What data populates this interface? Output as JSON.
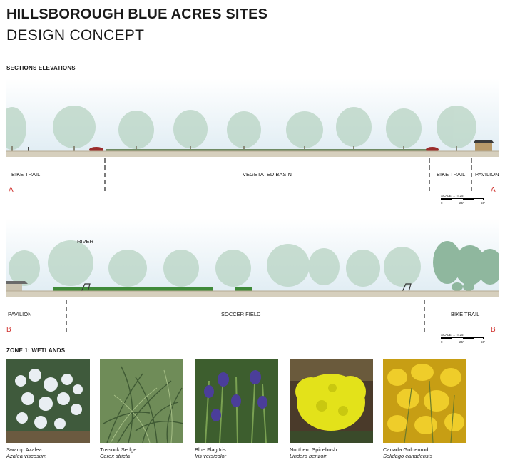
{
  "header": {
    "title": "HILLSBOROUGH BLUE ACRES SITES",
    "subtitle": "DESIGN CONCEPT"
  },
  "sections_heading": "SECTIONS ELEVATIONS",
  "section_a": {
    "labels": [
      "BIKE TRAIL",
      "VEGETATED BASIN",
      "BIKE TRAIL",
      "PAVILION"
    ],
    "mark_left": "A",
    "mark_right": "A'",
    "scale": {
      "text": "SCALE: 1\" = 25'",
      "ticks": [
        "0",
        "25'",
        "50'"
      ]
    }
  },
  "section_b": {
    "river_label": "RIVER",
    "labels": [
      "PAVILION",
      "SOCCER FIELD",
      "BIKE TRAIL"
    ],
    "mark_left": "B",
    "mark_right": "B'",
    "scale": {
      "text": "SCALE: 1\" = 25'",
      "ticks": [
        "0",
        "25'",
        "50'"
      ]
    }
  },
  "zone_heading": "ZONE 1: WETLANDS",
  "plants": [
    {
      "common": "Swamp Azalea",
      "scientific": "Azalea viscosum",
      "color": "#e9eef2"
    },
    {
      "common": "Tussock Sedge",
      "scientific": "Carex stricta",
      "color": "#5f7d4a"
    },
    {
      "common": "Blue Flag Iris",
      "scientific": "Iris versicolor",
      "color": "#4b3e9a"
    },
    {
      "common": "Northern Spicebush",
      "scientific": "Lindera benzoin",
      "color": "#e3e21a"
    },
    {
      "common": "Canada Goldenrod",
      "scientific": "Solidago canadensis",
      "color": "#d9b515"
    }
  ],
  "colors": {
    "sky": "#e3eef4",
    "ground": "#cfc7b4",
    "tree": "#a9c7b3",
    "grass": "#3f8a3a",
    "marker": "#d0312d"
  }
}
